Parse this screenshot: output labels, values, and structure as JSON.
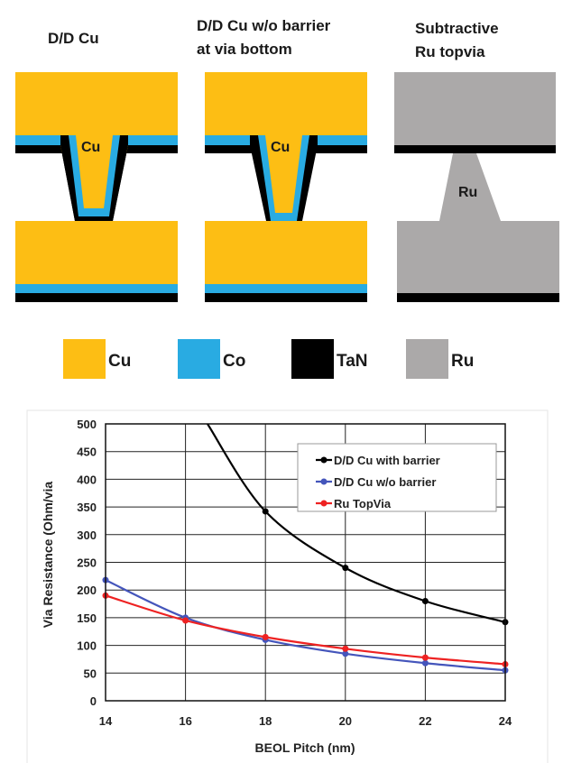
{
  "diagram": {
    "panels": [
      {
        "title_lines": [
          "D/D Cu"
        ],
        "via_label": "Cu"
      },
      {
        "title_lines": [
          "D/D Cu w/o barrier",
          "at via bottom"
        ],
        "via_label": "Cu"
      },
      {
        "title_lines": [
          "Subtractive",
          "Ru topvia"
        ],
        "via_label": "Ru"
      }
    ],
    "legend": [
      {
        "label": "Cu",
        "color": "#FDBE14"
      },
      {
        "label": "Co",
        "color": "#29ABE2"
      },
      {
        "label": "TaN",
        "color": "#000000"
      },
      {
        "label": "Ru",
        "color": "#ABA9A9"
      }
    ]
  },
  "chart_data": {
    "type": "line",
    "title": "",
    "xlabel": "BEOL Pitch (nm)",
    "ylabel": "Via Resistance (Ohm/via",
    "xlim": [
      14,
      24
    ],
    "ylim": [
      0,
      500
    ],
    "xticks": [
      14,
      16,
      18,
      20,
      22,
      24
    ],
    "yticks": [
      0,
      50,
      100,
      150,
      200,
      250,
      300,
      350,
      400,
      450,
      500
    ],
    "grid": true,
    "legend_position": "top-right",
    "series": [
      {
        "name": "D/D Cu with barrier",
        "color": "#000000",
        "x": [
          16.55,
          18,
          20,
          22,
          24
        ],
        "y": [
          500,
          342,
          240,
          180,
          142
        ],
        "markers": [
          false,
          true,
          true,
          true,
          true
        ]
      },
      {
        "name": "D/D Cu w/o barrier",
        "color": "#4455BB",
        "x": [
          14,
          16,
          18,
          20,
          22,
          24
        ],
        "y": [
          218,
          150,
          110,
          85,
          68,
          55
        ],
        "markers": [
          true,
          true,
          true,
          true,
          true,
          true
        ]
      },
      {
        "name": "Ru TopVia",
        "color": "#EE2222",
        "x": [
          14,
          16,
          18,
          20,
          22,
          24
        ],
        "y": [
          190,
          145,
          115,
          94,
          78,
          66
        ],
        "markers": [
          true,
          true,
          true,
          true,
          true,
          true
        ]
      }
    ]
  }
}
